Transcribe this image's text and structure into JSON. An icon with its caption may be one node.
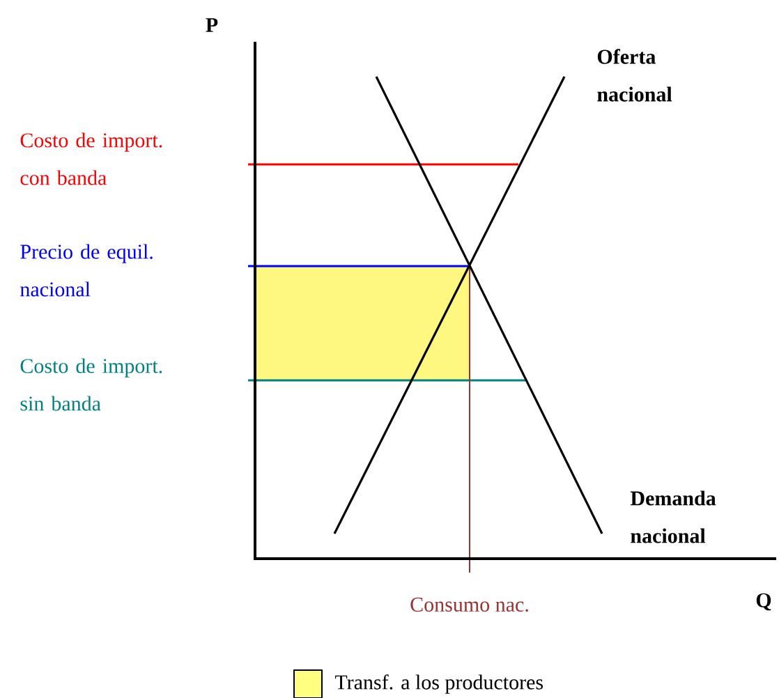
{
  "diagram": {
    "nodes": [
      {
        "text": [],
        "shape": "box"
      }
    ],
    "labels": [
      "P",
      "Oferta nacional",
      "Costo de import. con banda",
      "Precio de equil. nacional",
      "Costo de import. sin banda",
      "Demanda nacional",
      "Consumo nac.",
      "Q"
    ],
    "legend": [
      {
        "text": "Transf. a los productores",
        "color": "#ffff80"
      }
    ]
  }
}
